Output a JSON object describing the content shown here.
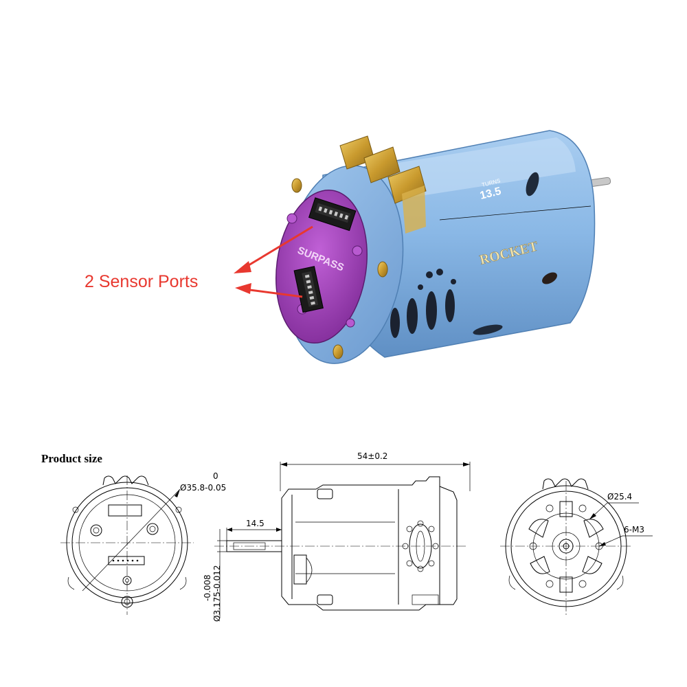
{
  "annotation": {
    "label": "2 Sensor Ports",
    "color": "#e8382f"
  },
  "motor": {
    "brand_label": "ROCKET",
    "endbell_label": "SURPASS",
    "turns_value": "13.5",
    "turns_unit": "TURNS",
    "can_color": "#8ab8e6",
    "endbell_color": "#a040b8",
    "tab_color": "#c99a2e"
  },
  "drawing": {
    "title": "Product size",
    "dim_length": "54±0.2",
    "dim_shaft_len": "14.5",
    "dim_outer_diam_tol": "0",
    "dim_outer_diam": "Ø35.8-0.05",
    "dim_shaft_diam_tol": "-0.008",
    "dim_shaft_diam": "Ø3.175-0.012",
    "dim_bolt_circle": "Ø25.4",
    "dim_screws": "6-M3"
  }
}
